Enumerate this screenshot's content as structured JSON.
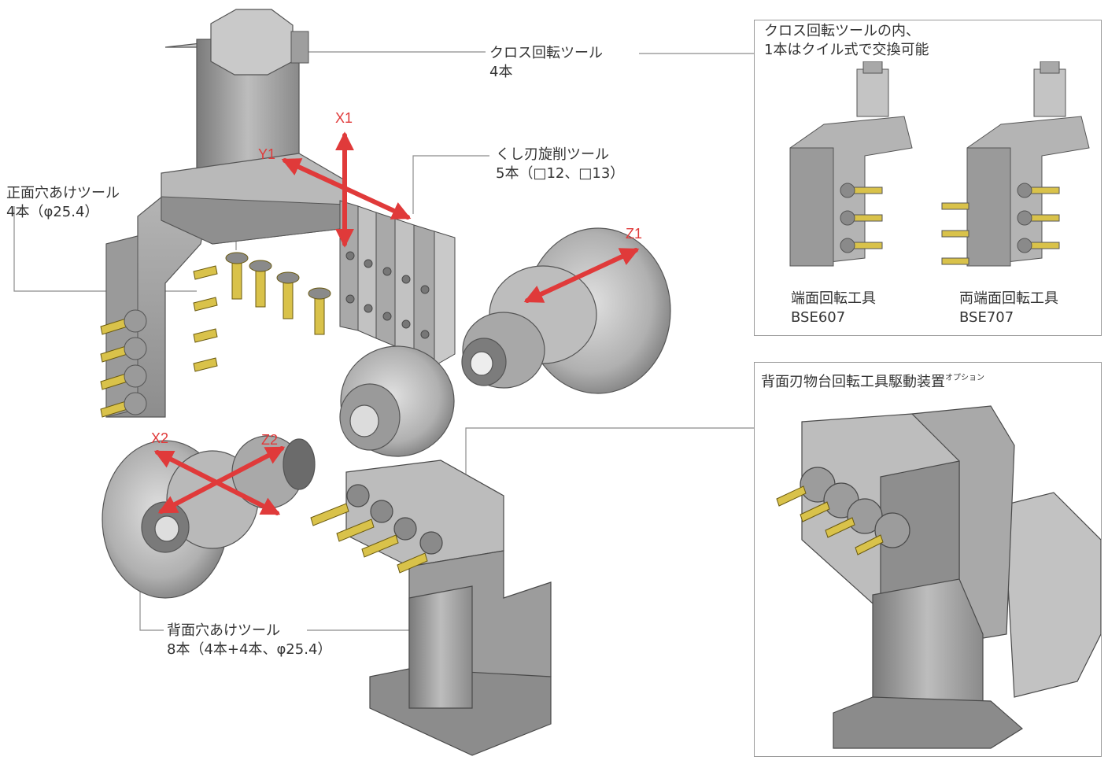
{
  "colors": {
    "axis_arrow": "#e03a3a",
    "metal_light": "#d4d4d4",
    "metal_mid": "#a6a6a6",
    "metal_dark": "#6e6e6e",
    "tool_gold": "#d9c24a",
    "leader_line": "#8c8c8c"
  },
  "labels": {
    "cross_tool_line1": "クロス回転ツール",
    "cross_tool_line2": "4本",
    "gang_tool_line1": "くし刃旋削ツール",
    "gang_tool_line2": "5本（□12、□13）",
    "front_drill_line1": "正面穴あけツール",
    "front_drill_line2": "4本（φ25.4）",
    "back_drill_line1": "背面穴あけツール",
    "back_drill_line2": "8本（4本+4本、φ25.4）"
  },
  "axes": {
    "x1": "X1",
    "y1": "Y1",
    "z1": "Z1",
    "x2": "X2",
    "z2": "Z2"
  },
  "inset_top": {
    "title_line1": "クロス回転ツールの内、",
    "title_line2": "1本はクイル式で交換可能",
    "tool_a_name": "端面回転工具",
    "tool_a_code": "BSE607",
    "tool_b_name": "両端面回転工具",
    "tool_b_code": "BSE707"
  },
  "inset_bottom": {
    "title": "背面刃物台回転工具駆動装置",
    "title_suffix": "オプション"
  }
}
